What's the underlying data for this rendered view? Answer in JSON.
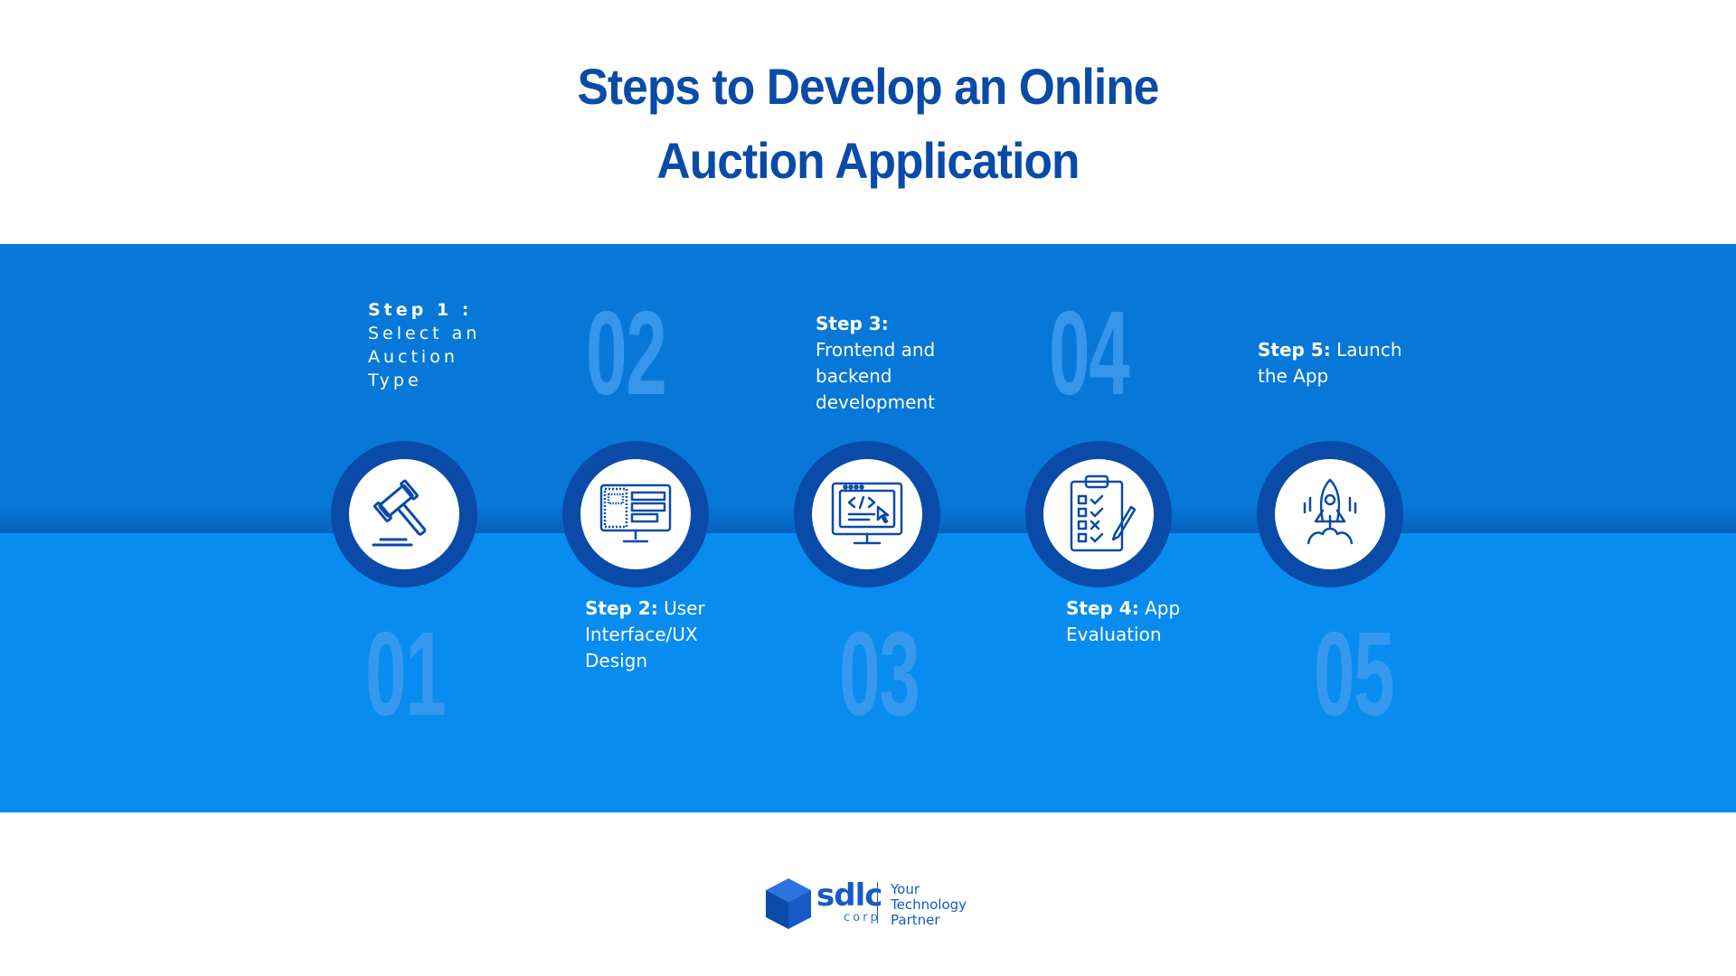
{
  "title": {
    "line1": "Steps to Develop an Online",
    "line2": "Auction Application"
  },
  "steps": [
    {
      "number": "01",
      "label_bold": "Step 1 :",
      "label_text": "Select an Auction Type",
      "icon": "gavel-icon"
    },
    {
      "number": "02",
      "label_bold": "Step 2:",
      "label_text": "User Interface/UX Design",
      "icon": "ui-design-monitor-icon"
    },
    {
      "number": "03",
      "label_bold": "Step 3:",
      "label_text": "Frontend and backend development",
      "icon": "code-monitor-icon"
    },
    {
      "number": "04",
      "label_bold": "Step 4:",
      "label_text": "App Evaluation",
      "icon": "checklist-clipboard-icon"
    },
    {
      "number": "05",
      "label_bold": "Step 5:",
      "label_text": "Launch the App",
      "icon": "rocket-icon"
    }
  ],
  "logo": {
    "brand": "sdlc",
    "sub": "corp",
    "tagline": [
      "Your",
      "Technology",
      "Partner"
    ]
  },
  "colors": {
    "title": "#0a4aa8",
    "band_top": "#0778d8",
    "band_bottom": "#088cef",
    "circle_ring": "#0a4aa8",
    "number": "#3f9cf0"
  }
}
